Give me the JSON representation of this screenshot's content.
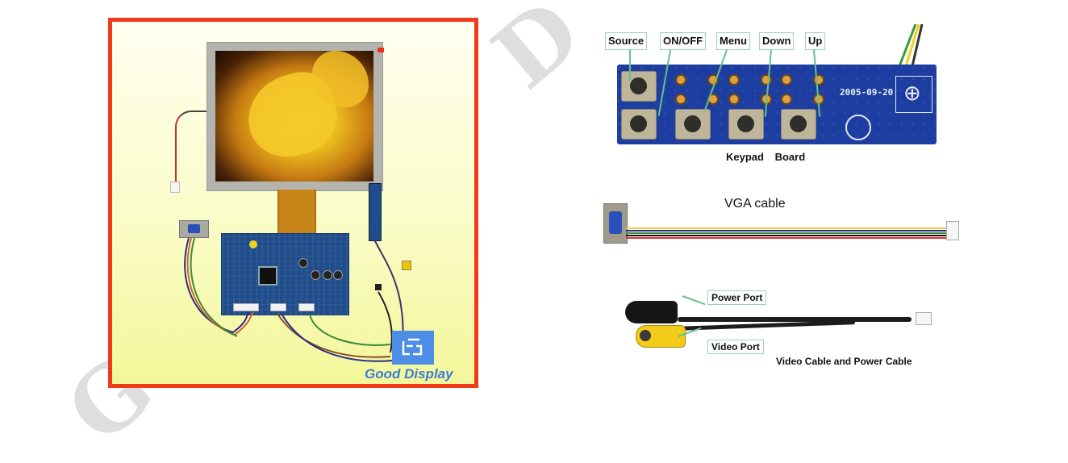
{
  "watermark": {
    "letters": [
      "G",
      "D"
    ]
  },
  "product_photo": {
    "brand_logo_text": "Good Display",
    "frame_color": "#ef3b1c",
    "brand_color": "#4c8ee6"
  },
  "keypad": {
    "buttons": [
      "Source",
      "ON/OFF",
      "Menu",
      "Down",
      "Up"
    ],
    "board_date": "2005-09-20",
    "potentiometer_symbol": "⊕",
    "caption": "Keypad Board"
  },
  "vga": {
    "caption": "VGA cable"
  },
  "video_power": {
    "labels": [
      "Power Port",
      "Video Port"
    ],
    "caption": "Video Cable and Power Cable"
  }
}
